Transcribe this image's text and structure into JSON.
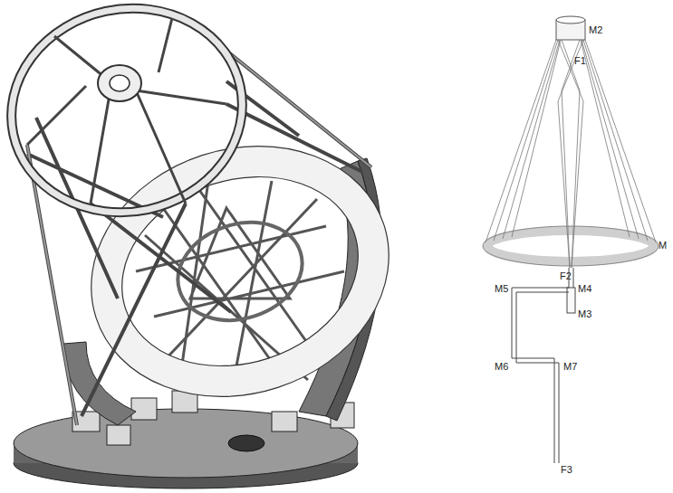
{
  "diagram": {
    "labels": [
      "M2",
      "F1",
      "M",
      "F2",
      "M5",
      "M4",
      "M3",
      "M6",
      "M7",
      "F3"
    ]
  }
}
